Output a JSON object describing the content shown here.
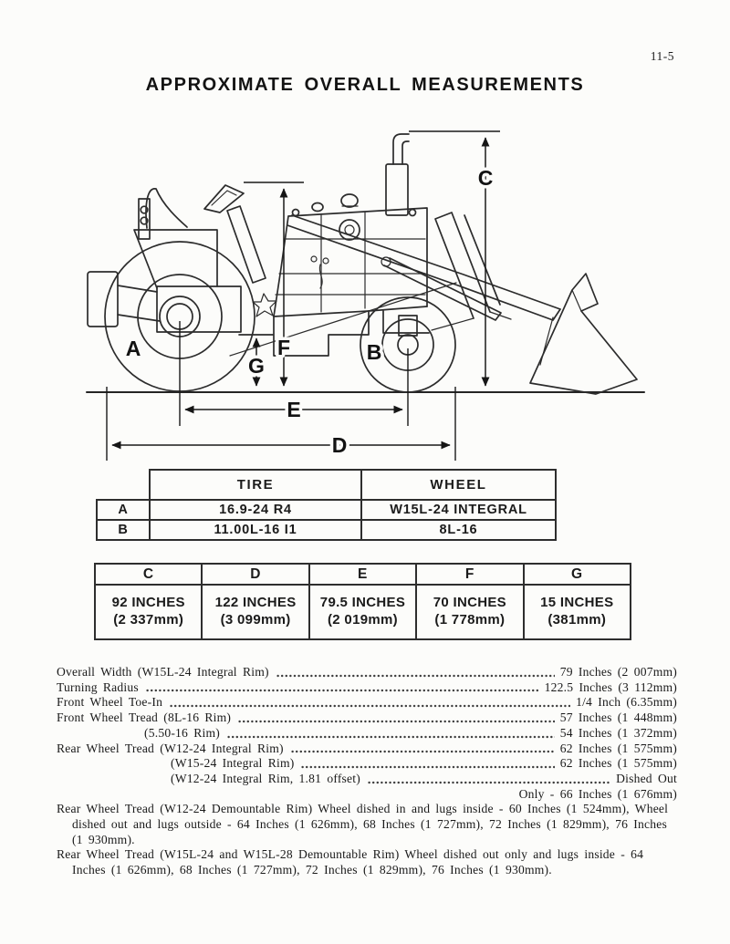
{
  "page": {
    "number": "11-5",
    "title": "APPROXIMATE OVERALL MEASUREMENTS"
  },
  "diagram": {
    "description": "side-view line drawing of tractor with front loader and dimension arrows",
    "labels": {
      "A": "A",
      "B": "B",
      "C": "C",
      "D": "D",
      "E": "E",
      "F": "F",
      "G": "G"
    }
  },
  "tire_wheel_table": {
    "col_headers": [
      "TIRE",
      "WHEEL"
    ],
    "rows": [
      {
        "key": "A",
        "tire": "16.9-24 R4",
        "wheel": "W15L-24 INTEGRAL"
      },
      {
        "key": "B",
        "tire": "11.00L-16 I1",
        "wheel": "8L-16"
      }
    ]
  },
  "dim_table": {
    "columns": [
      {
        "key": "C",
        "inches": "92 INCHES",
        "mm": "(2 337mm)"
      },
      {
        "key": "D",
        "inches": "122 INCHES",
        "mm": "(3 099mm)"
      },
      {
        "key": "E",
        "inches": "79.5 INCHES",
        "mm": "(2 019mm)"
      },
      {
        "key": "F",
        "inches": "70 INCHES",
        "mm": "(1 778mm)"
      },
      {
        "key": "G",
        "inches": "15 INCHES",
        "mm": "(381mm)"
      }
    ]
  },
  "specs": {
    "rows": [
      {
        "label": "Overall Width (W15L-24 Integral Rim)",
        "value": "79 Inches (2 007mm)"
      },
      {
        "label": "Turning Radius",
        "value": "122.5 Inches (3 112mm)"
      },
      {
        "label": "Front Wheel Toe-In",
        "value": "1/4 Inch (6.35mm)"
      },
      {
        "label": "Front Wheel Tread (8L-16 Rim)",
        "value": "57 Inches (1 448mm)"
      },
      {
        "label": "(5.50-16 Rim)",
        "value": "54 Inches (1 372mm)"
      },
      {
        "label": "Rear Wheel Tread (W12-24 Integral Rim)",
        "value": "62 Inches (1 575mm)"
      },
      {
        "label": "(W15-24 Integral Rim)",
        "value": "62 Inches (1 575mm)"
      },
      {
        "label": "(W12-24 Integral Rim, 1.81 offset)",
        "value": "Dished Out"
      }
    ],
    "only_line": "Only - 66 Inches (1 676mm)",
    "paragraphs": [
      "Rear Wheel Tread (W12-24 Demountable Rim) Wheel dished in and lugs inside - 60 Inches (1 524mm), Wheel dished out and lugs outside - 64 Inches (1 626mm), 68 Inches (1 727mm), 72 Inches (1 829mm), 76 Inches (1 930mm).",
      "Rear Wheel Tread (W15L-24 and W15L-28 Demountable Rim) Wheel dished out only and lugs inside - 64 Inches (1 626mm), 68 Inches (1 727mm), 72 Inches (1 829mm), 76 Inches (1 930mm)."
    ]
  }
}
